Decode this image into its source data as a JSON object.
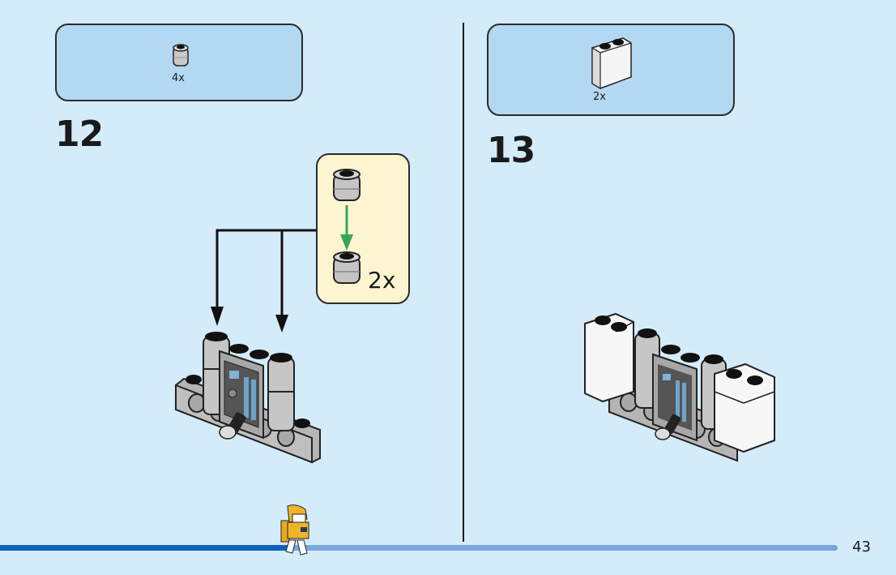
{
  "page": {
    "page_number": "43",
    "progress_fraction": 0.33
  },
  "steps": [
    {
      "number": "12",
      "parts_list": [
        {
          "part": "round-brick-1x1-light-gray",
          "count": "4x"
        }
      ],
      "subassembly_callout": {
        "description": "stack two round 1x1 bricks",
        "count": "2x",
        "arrow_color": "#3aa655"
      }
    },
    {
      "number": "13",
      "parts_list": [
        {
          "part": "brick-1x2x2-white",
          "count": "2x"
        }
      ]
    }
  ],
  "colors": {
    "background": "#d4ebfa",
    "parts_box": "#b3d8f2",
    "callout": "#fdf4d0",
    "progress_fill": "#0b63b8",
    "progress_track": "#7aa7dc"
  }
}
